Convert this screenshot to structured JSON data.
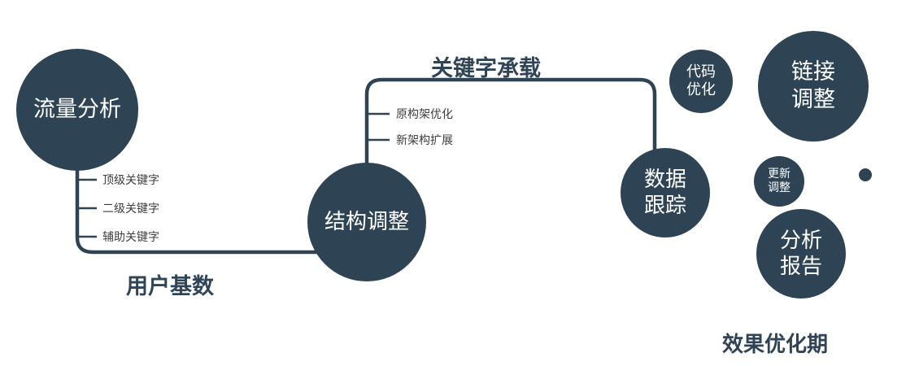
{
  "diagram": {
    "colors": {
      "node_fill": "#2e4454",
      "line": "#2e4454",
      "node_text": "#ffffff",
      "label_text": "#2f4456",
      "branch_text": "#3d3d3d"
    },
    "nodes": {
      "traffic": {
        "label": "流量分析"
      },
      "structure": {
        "label": "结构调整"
      },
      "data_tracking": {
        "label": "数据跟踪"
      },
      "code_optimization": {
        "label": "代码优化"
      },
      "link_adjustment": {
        "label": "链接调整"
      },
      "update_adjustment": {
        "label": "更新调整"
      },
      "analysis_report": {
        "label": "分析报告"
      }
    },
    "edges": {
      "user_base": "用户基数",
      "keyword_carry": "关键字承载"
    },
    "branches": {
      "left": [
        "顶级关键字",
        "二级关键字",
        "辅助关键字"
      ],
      "mid": [
        "原构架优化",
        "新架构扩展"
      ]
    },
    "caption": "效果优化期"
  }
}
